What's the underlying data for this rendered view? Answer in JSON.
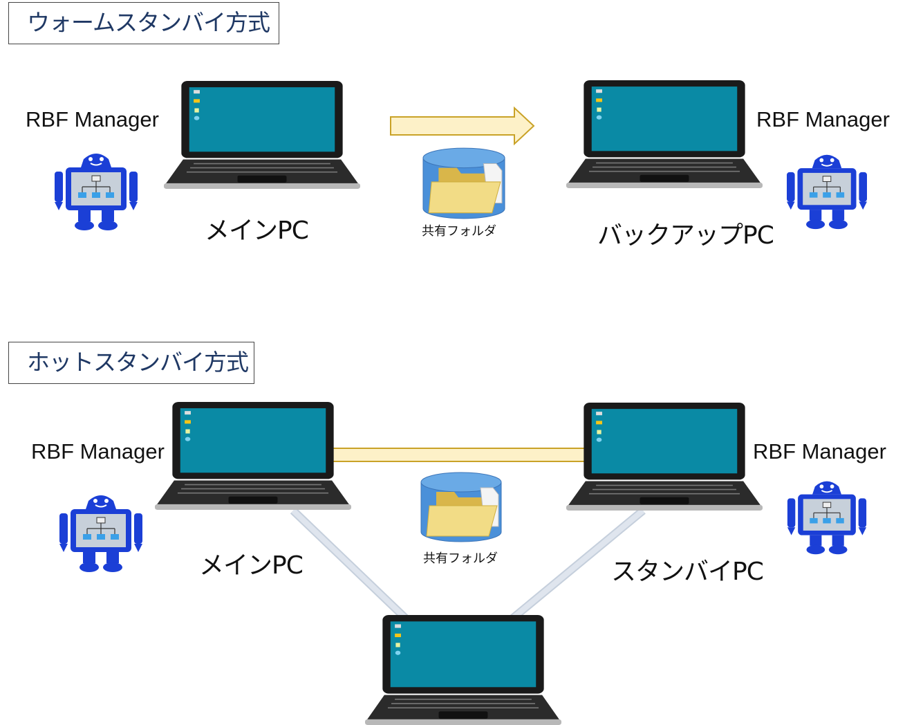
{
  "warm": {
    "title": "ウォームスタンバイ方式",
    "rbf_left": "RBF Manager",
    "rbf_right": "RBF Manager",
    "main_pc": "メインPC",
    "backup_pc": "バックアップPC",
    "shared_folder": "共有フォルダ"
  },
  "hot": {
    "title": "ホットスタンバイ方式",
    "rbf_left": "RBF Manager",
    "rbf_right": "RBF Manager",
    "main_pc": "メインPC",
    "standby_pc": "スタンバイPC",
    "shared_folder": "共有フォルダ"
  },
  "colors": {
    "title_text": "#1f3864",
    "screen": "#0a8aa5",
    "arrow_fill": "#fdf1c8",
    "arrow_stroke": "#c9a227",
    "robot_blue": "#1b3fd6",
    "link_line": "#cdd6e2",
    "db_blue": "#4a90d9"
  },
  "icons": [
    "laptop-icon",
    "robot-icon",
    "database-folder-icon",
    "arrow-right-icon"
  ]
}
